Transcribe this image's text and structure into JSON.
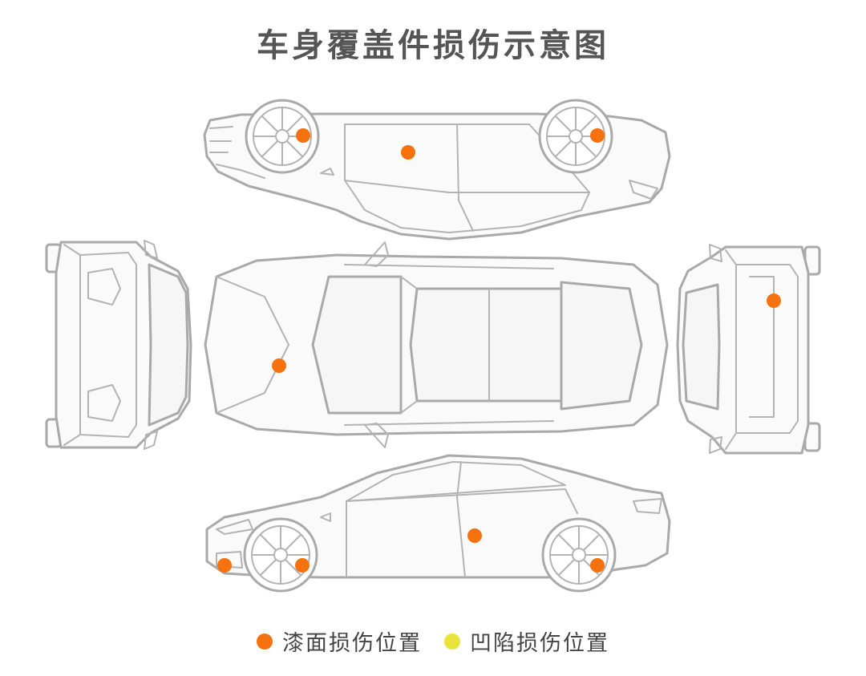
{
  "title": "车身覆盖件损伤示意图",
  "legend": [
    {
      "label": "漆面损伤位置",
      "color": "#f5720f"
    },
    {
      "label": "凹陷损伤位置",
      "color": "#e8e43a"
    }
  ],
  "markers": {
    "color": "#f5720f",
    "views": [
      "bottom-profile",
      "front-view",
      "top-view",
      "rear-view",
      "side-profile"
    ],
    "paint_damage_counts": {
      "bottom-profile": 3,
      "front-view": 0,
      "top-view": 1,
      "rear-view": 1,
      "side-profile": 4
    }
  },
  "colors": {
    "outline": "#a9a9a9",
    "fill": "#fafafa",
    "title": "#555555",
    "legend_text": "#444444"
  }
}
